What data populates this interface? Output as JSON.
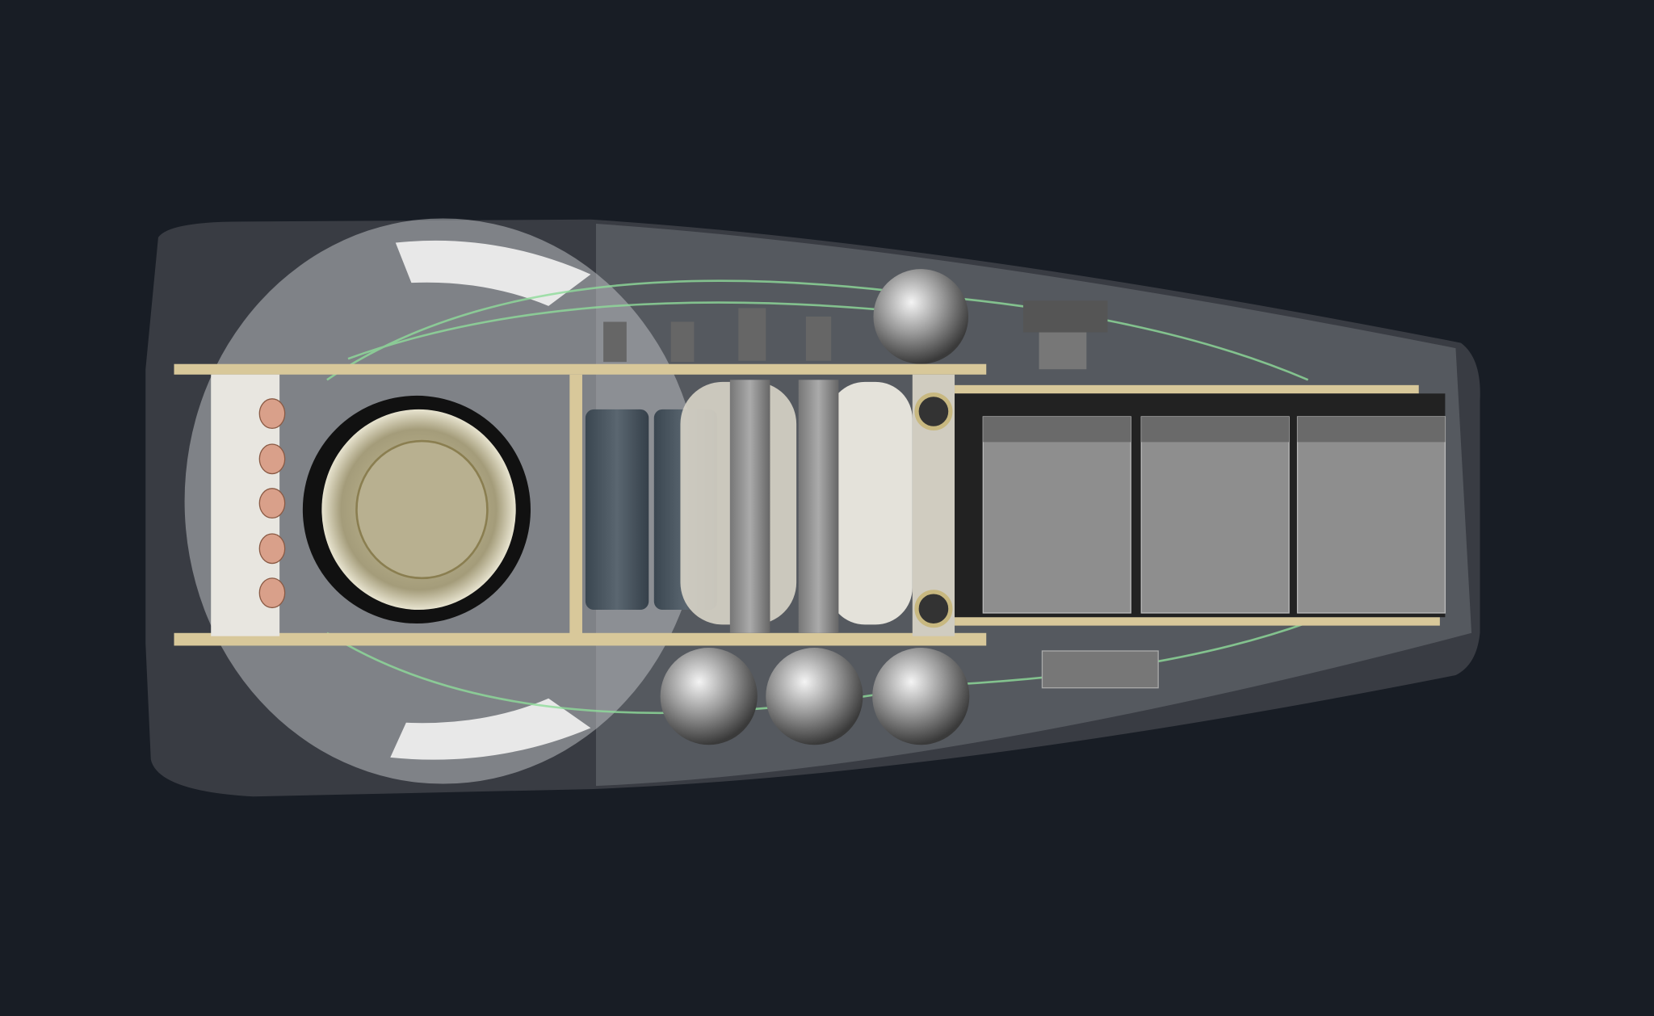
{
  "scene": {
    "subject": "cad-model-vehicle-cutaway",
    "colors": {
      "background": "#181d25",
      "hull": "#3a3d42",
      "hull_glass": "#8a8d92",
      "frame": "#d8c89a",
      "green_wire": "#8fdc9a",
      "tank": "#c8c8c8",
      "battery": "#8c8c8c",
      "cylinder": "#4a5560"
    },
    "counts": {
      "battery_modules": 3,
      "bottom_spheres": 3,
      "valves": 4,
      "dark_cylinders": 2
    }
  }
}
